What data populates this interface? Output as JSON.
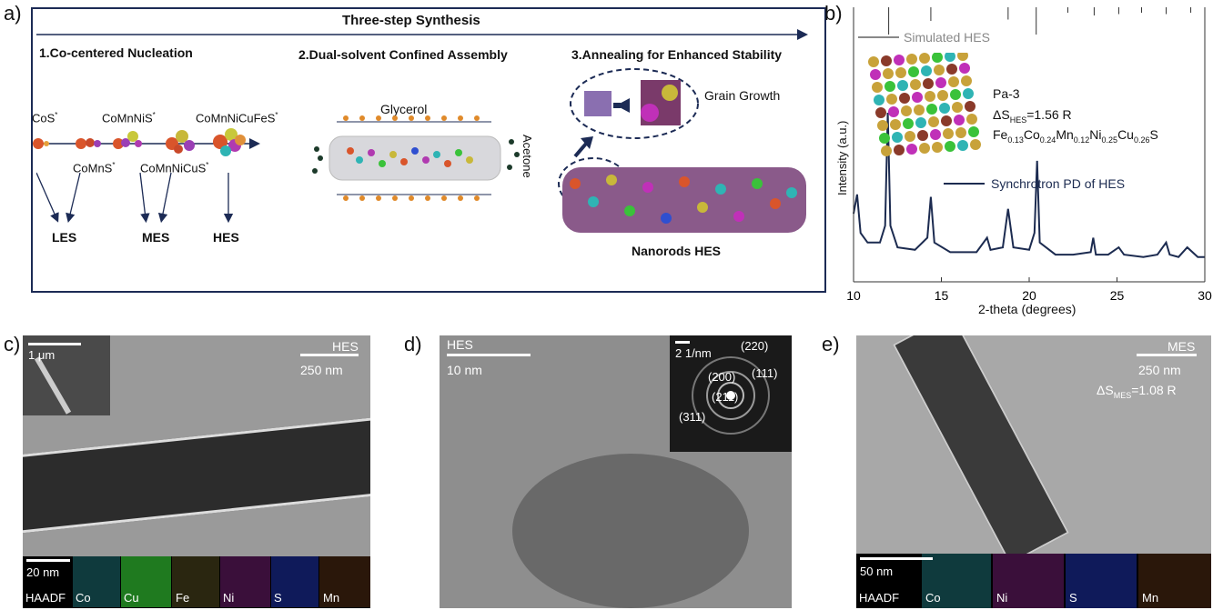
{
  "panel_a": {
    "letter": "a)",
    "header": "Three-step Synthesis",
    "step1": "1.Co-centered Nucleation",
    "step2": "2.Dual-solvent Confined Assembly",
    "step3": "3.Annealing for Enhanced Stability",
    "species": {
      "cos": "CoS",
      "comnnis": "CoMnNiS",
      "comnnicufes": "CoMnNiCuFeS",
      "comns": "CoMnS",
      "comnnicus": "CoMnNiCuS",
      "star": "*"
    },
    "outputs": {
      "les": "LES",
      "mes": "MES",
      "hes": "HES"
    },
    "glycerol": "Glycerol",
    "acetone": "Acetone",
    "grain_growth": "Grain Growth",
    "nanorods": "Nanorods HES"
  },
  "panel_b": {
    "letter": "b)",
    "legend_simulated": "Simulated  HES",
    "legend_synchrotron": "Synchrotron PD of HES",
    "space_group": "Pa-3",
    "entropy_prefix": "ΔS",
    "entropy_sub": "HES",
    "entropy_value": "=1.56  R",
    "formula": [
      {
        "el": "Fe",
        "sub": "0.13"
      },
      {
        "el": "Co",
        "sub": "0.24"
      },
      {
        "el": "Mn",
        "sub": "0.12"
      },
      {
        "el": "Ni",
        "sub": "0.25"
      },
      {
        "el": "Cu",
        "sub": "0.26"
      },
      {
        "el": "S",
        "sub": ""
      }
    ],
    "ylabel": "Intensity  (a.u.)",
    "xlabel": "2-theta (degrees)",
    "xticks": [
      "10",
      "15",
      "20",
      "25",
      "30"
    ],
    "line_color": "#1c2b50",
    "sim_color": "#888888"
  },
  "chart_data": {
    "type": "line",
    "xlabel": "2-theta (degrees)",
    "ylabel": "Intensity  (a.u.)",
    "xlim": [
      10,
      30
    ],
    "series": [
      {
        "name": "Synchrotron PD of HES",
        "x": [
          10.0,
          10.2,
          10.4,
          10.8,
          11.5,
          11.8,
          11.95,
          12.1,
          12.5,
          13.5,
          14.2,
          14.4,
          14.6,
          15.5,
          17.0,
          17.6,
          17.8,
          18.5,
          18.8,
          19.1,
          20.0,
          20.3,
          20.45,
          20.6,
          21.5,
          22.5,
          23.5,
          23.65,
          23.8,
          24.5,
          25.1,
          25.4,
          26.5,
          27.3,
          27.8,
          28.0,
          28.5,
          29.0,
          29.6,
          30.0
        ],
        "y": [
          0.2,
          0.28,
          0.12,
          0.08,
          0.08,
          0.15,
          0.62,
          0.15,
          0.06,
          0.05,
          0.1,
          0.27,
          0.08,
          0.04,
          0.04,
          0.1,
          0.05,
          0.06,
          0.22,
          0.06,
          0.05,
          0.12,
          0.42,
          0.08,
          0.03,
          0.03,
          0.04,
          0.1,
          0.03,
          0.03,
          0.06,
          0.03,
          0.02,
          0.03,
          0.08,
          0.03,
          0.02,
          0.06,
          0.02,
          0.02
        ]
      },
      {
        "name": "Simulated  HES",
        "x": [
          12.0,
          14.4,
          18.8,
          20.4,
          22.2,
          23.7,
          25.1,
          26.4,
          27.8,
          29.2
        ],
        "y": [
          1.0,
          0.5,
          0.45,
          1.0,
          0.2,
          0.3,
          0.25,
          0.2,
          0.25,
          0.2
        ]
      }
    ]
  },
  "panel_c": {
    "letter": "c)",
    "tag": "HES",
    "scale": "250 nm",
    "inset_scale": "1 μm",
    "map_scale": "20 nm",
    "maps": [
      "HAADF",
      "Co",
      "Cu",
      "Fe",
      "Ni",
      "S",
      "Mn"
    ]
  },
  "panel_d": {
    "letter": "d)",
    "tag": "HES",
    "scale": "10 nm",
    "fft_scale": "2 1/nm",
    "rings": [
      "(220)",
      "(200)",
      "(111)",
      "(211)",
      "(311)"
    ]
  },
  "panel_e": {
    "letter": "e)",
    "tag": "MES",
    "scale": "250 nm",
    "entropy_prefix": "ΔS",
    "entropy_sub": "MES",
    "entropy_value": "=1.08  R",
    "map_scale": "50 nm",
    "maps": [
      "HAADF",
      "Co",
      "Ni",
      "S",
      "Mn"
    ]
  },
  "colors": {
    "navy": "#1c2b55",
    "map_co": "#1aa6b0",
    "map_cu": "#3ac23a",
    "map_fe": "#b9a84a",
    "map_ni": "#c030b8",
    "map_s": "#2f4fd0",
    "map_mn": "#b06a2a"
  }
}
